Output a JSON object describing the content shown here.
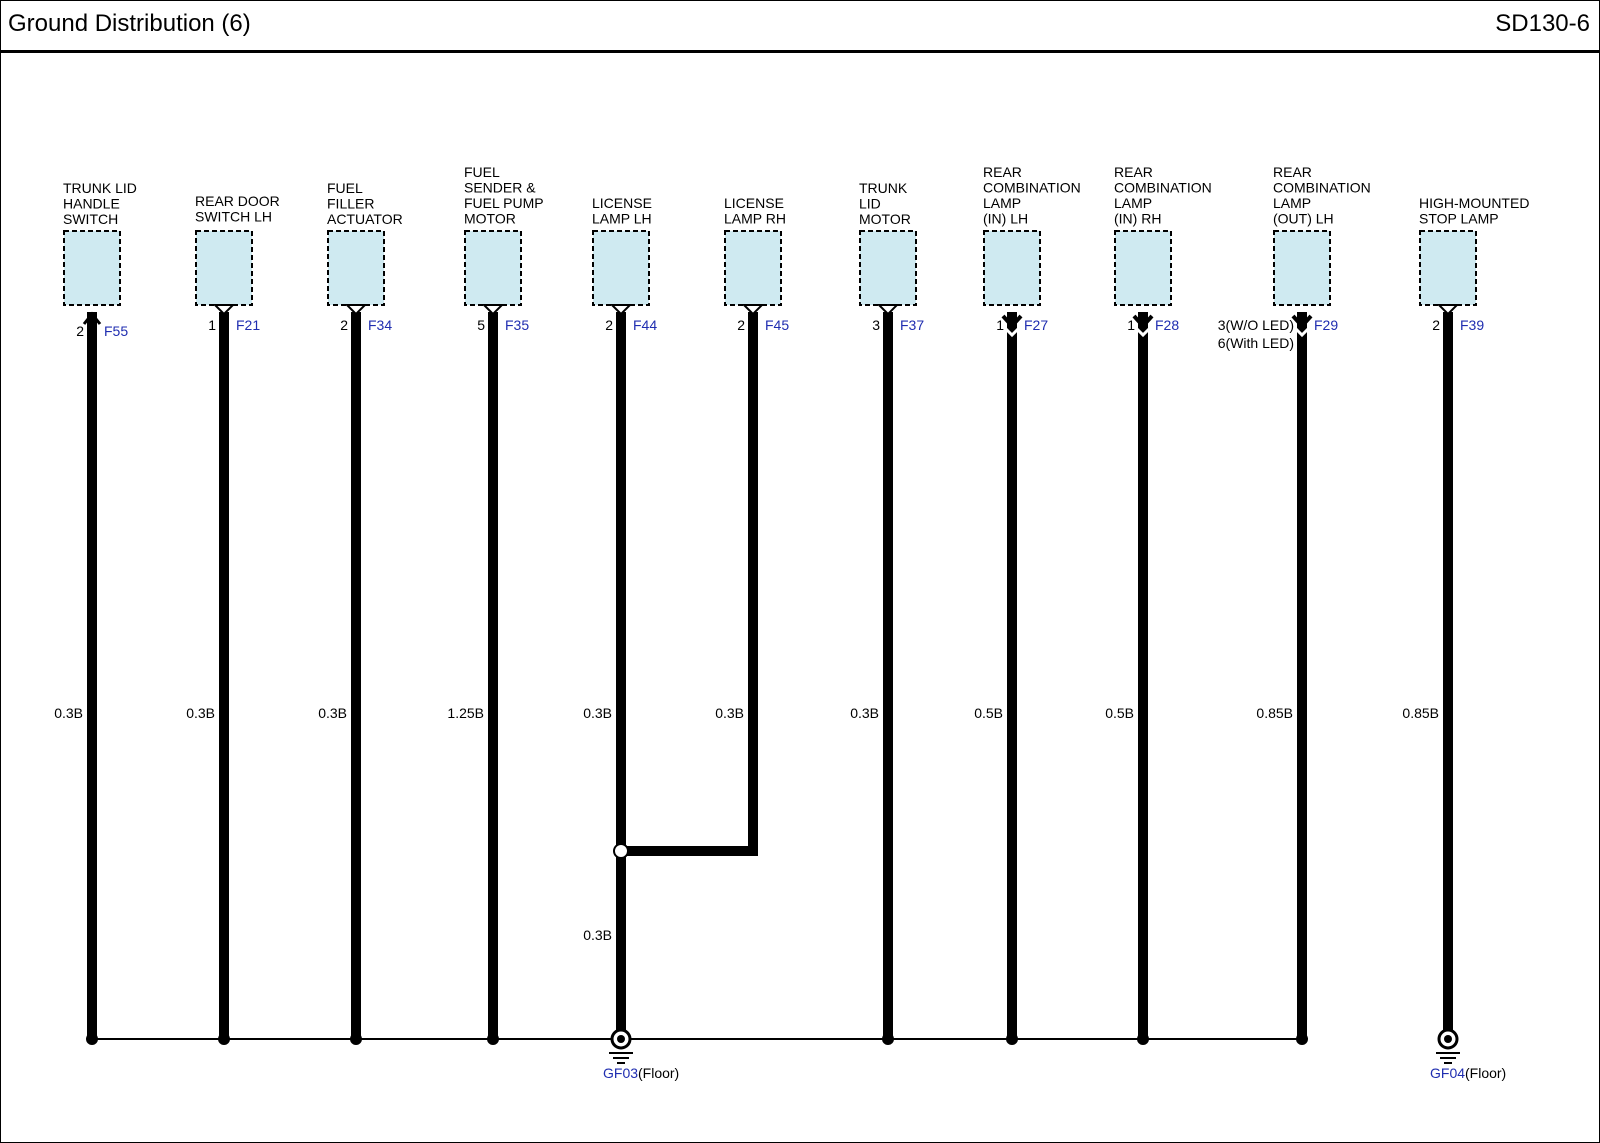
{
  "header": {
    "title": "Ground Distribution (6)",
    "code": "SD130-6"
  },
  "colors": {
    "component_fill": "#cfeaf1",
    "wire": "#000000",
    "connector_text": "#1f2db0"
  },
  "components": [
    {
      "name_lines": [
        "TRUNK LID",
        "HANDLE",
        "SWITCH"
      ],
      "pin": "2",
      "connector": "F55",
      "wire": "0.3B",
      "terminal": "up-arrow"
    },
    {
      "name_lines": [
        "REAR DOOR",
        "SWITCH LH"
      ],
      "pin": "1",
      "connector": "F21",
      "wire": "0.3B",
      "terminal": "notch"
    },
    {
      "name_lines": [
        "FUEL",
        "FILLER",
        "ACTUATOR"
      ],
      "pin": "2",
      "connector": "F34",
      "wire": "0.3B",
      "terminal": "notch"
    },
    {
      "name_lines": [
        "FUEL",
        "SENDER &",
        "FUEL PUMP",
        "MOTOR"
      ],
      "pin": "5",
      "connector": "F35",
      "wire": "1.25B",
      "terminal": "notch"
    },
    {
      "name_lines": [
        "LICENSE",
        "LAMP LH"
      ],
      "pin": "2",
      "connector": "F44",
      "wire": "0.3B",
      "terminal": "notch"
    },
    {
      "name_lines": [
        "LICENSE",
        "LAMP RH"
      ],
      "pin": "2",
      "connector": "F45",
      "wire": "0.3B",
      "terminal": "notch"
    },
    {
      "name_lines": [
        "TRUNK",
        "LID",
        "MOTOR"
      ],
      "pin": "3",
      "connector": "F37",
      "wire": "0.3B",
      "terminal": "notch"
    },
    {
      "name_lines": [
        "REAR",
        "COMBINATION",
        "LAMP",
        "(IN) LH"
      ],
      "pin": "1",
      "connector": "F27",
      "wire": "0.5B",
      "terminal": "chevron"
    },
    {
      "name_lines": [
        "REAR",
        "COMBINATION",
        "LAMP",
        "(IN) RH"
      ],
      "pin": "1",
      "connector": "F28",
      "wire": "0.5B",
      "terminal": "chevron"
    },
    {
      "name_lines": [
        "REAR",
        "COMBINATION",
        "LAMP",
        "(OUT) LH"
      ],
      "pin": "3(W/O LED)",
      "pin2": "6(With LED)",
      "connector": "F29",
      "wire": "0.85B",
      "terminal": "chevron"
    },
    {
      "name_lines": [
        "HIGH-MOUNTED",
        "STOP LAMP"
      ],
      "pin": "2",
      "connector": "F39",
      "wire": "0.85B",
      "terminal": "notch"
    }
  ],
  "splice_wire": "0.3B",
  "grounds": [
    {
      "id": "GF03",
      "location": "(Floor)"
    },
    {
      "id": "GF04",
      "location": "(Floor)"
    }
  ]
}
